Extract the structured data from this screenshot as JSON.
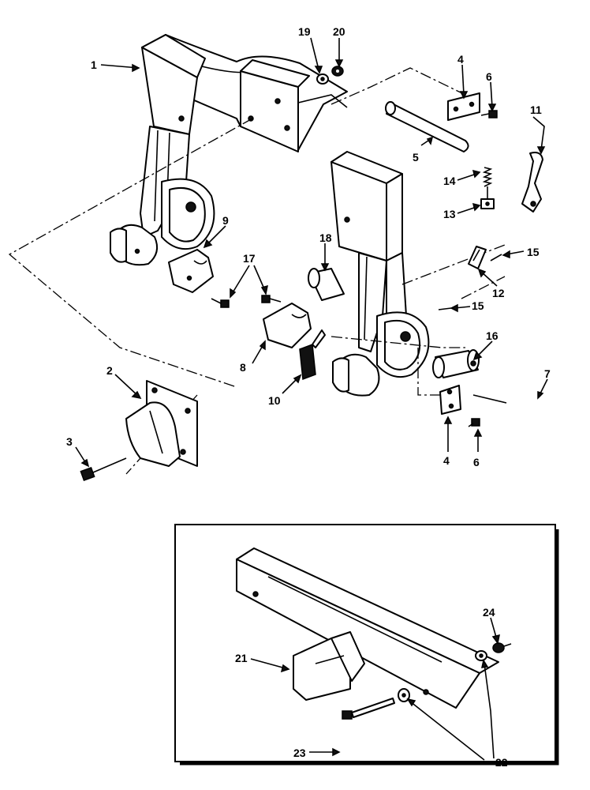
{
  "callouts": [
    {
      "id": "c1",
      "text": "1"
    },
    {
      "id": "c2",
      "text": "2"
    },
    {
      "id": "c3",
      "text": "3"
    },
    {
      "id": "c4a",
      "text": "4"
    },
    {
      "id": "c4b",
      "text": "4"
    },
    {
      "id": "c5",
      "text": "5"
    },
    {
      "id": "c6a",
      "text": "6"
    },
    {
      "id": "c6b",
      "text": "6"
    },
    {
      "id": "c7",
      "text": "7"
    },
    {
      "id": "c8",
      "text": "8"
    },
    {
      "id": "c9",
      "text": "9"
    },
    {
      "id": "c10",
      "text": "10"
    },
    {
      "id": "c11",
      "text": "11"
    },
    {
      "id": "c12",
      "text": "12"
    },
    {
      "id": "c13",
      "text": "13"
    },
    {
      "id": "c14",
      "text": "14"
    },
    {
      "id": "c15a",
      "text": "15"
    },
    {
      "id": "c15b",
      "text": "15"
    },
    {
      "id": "c16",
      "text": "16"
    },
    {
      "id": "c17",
      "text": "17"
    },
    {
      "id": "c18",
      "text": "18"
    },
    {
      "id": "c19",
      "text": "19"
    },
    {
      "id": "c20",
      "text": "20"
    },
    {
      "id": "c21",
      "text": "21"
    },
    {
      "id": "c22",
      "text": "22"
    },
    {
      "id": "c23",
      "text": "23"
    },
    {
      "id": "c24",
      "text": "24"
    }
  ]
}
